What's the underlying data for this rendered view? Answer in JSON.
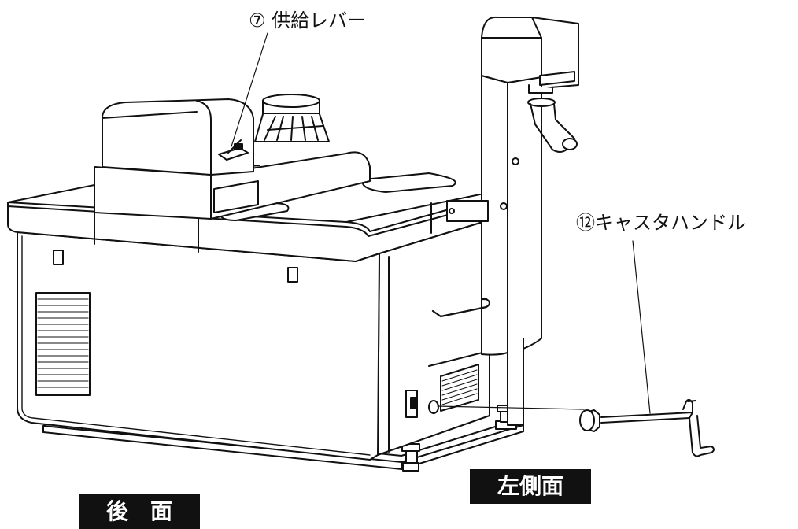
{
  "labels": {
    "supply_lever": "⑦ 供給レバー",
    "caster_handle": "⑫キャスタハンドル",
    "rear_face": "後　面",
    "left_side_face": "左側面"
  },
  "colors": {
    "ink": "#111111",
    "paper": "#ffffff",
    "plate_bg": "#111111",
    "plate_text": "#ffffff"
  },
  "icons": {
    "machine": "machine-illustration",
    "vent": "vent-grille-icon",
    "handle": "caster-handle-icon"
  }
}
